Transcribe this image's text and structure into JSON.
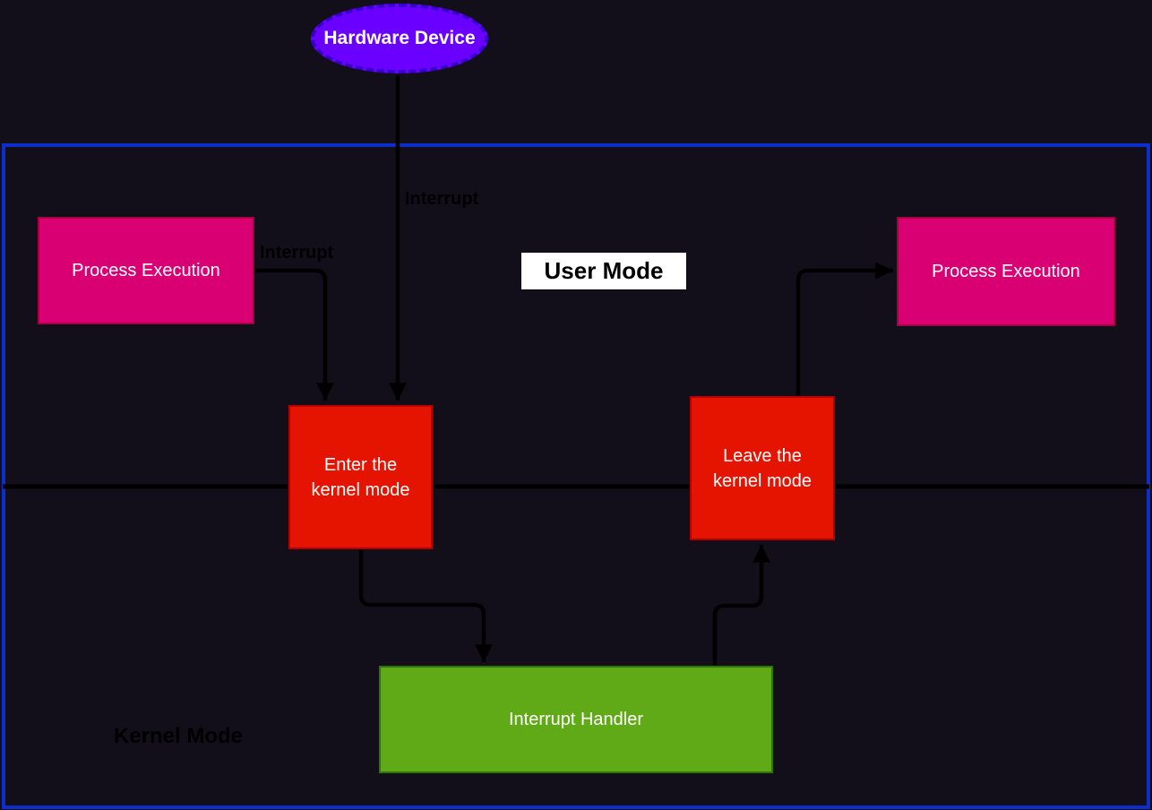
{
  "colors": {
    "background": "#120F1A",
    "boundary_blue": "#0D2DCD",
    "arrow_black": "#000000",
    "magenta_fill": "#D80073",
    "magenta_stroke": "#A50040",
    "red_fill": "#E51400",
    "red_stroke": "#B20000",
    "green_fill": "#60A917",
    "green_stroke": "#2D7600",
    "purple_fill": "#6A00FF",
    "purple_stroke": "#3700CC",
    "node_text": "#FFFFFF",
    "label_text": "#000000",
    "user_mode_bg": "#FFFFFF"
  },
  "nodes": {
    "hardware_device": {
      "label": "Hardware Device"
    },
    "process_execution_left": {
      "label": "Process Execution"
    },
    "enter_kernel_mode": {
      "label": "Enter the kernel mode"
    },
    "leave_kernel_mode": {
      "label": "Leave the kernel mode"
    },
    "process_execution_right": {
      "label": "Process Execution"
    },
    "interrupt_handler": {
      "label": "Interrupt Handler"
    }
  },
  "zone_labels": {
    "user_mode": "User Mode",
    "kernel_mode": "Kernel Mode"
  },
  "edge_labels": {
    "interrupt_from_process": "Interrupt",
    "interrupt_from_hardware": "Interrupt"
  }
}
